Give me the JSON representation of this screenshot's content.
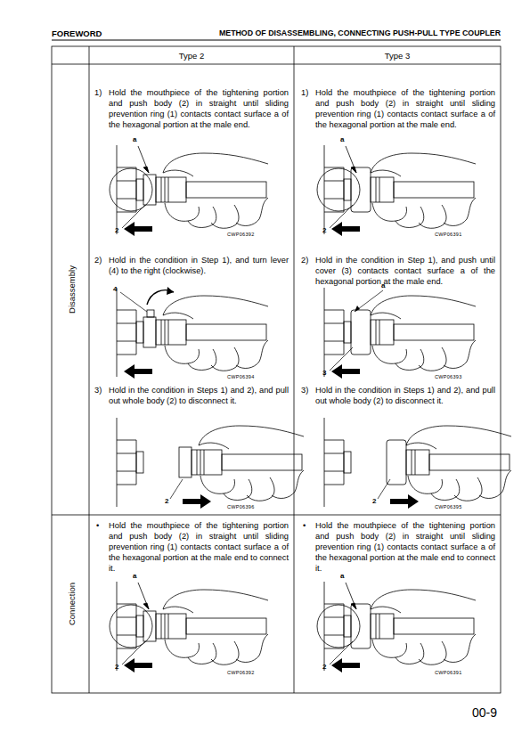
{
  "diagram": {
    "title": "METHOD OF DISASSEMBLING, CONNECTING PUSH-PULL TYPE COUPLER",
    "labels": [
      "FOREWORD",
      "Type 2",
      "Type 3",
      "Disassembly",
      "Connection",
      "1)",
      "Hold the mouthpiece of the tightening portion and push body (2) in straight until sliding prevention ring (1) contacts contact surface a of the hexagonal portion at the male end.",
      "a",
      "2",
      "CWP06392",
      "1)",
      "Hold the mouthpiece of the tightening portion and push body (2) in straight until sliding prevention ring (1) contacts contact surface a of the hexagonal portion at the male end.",
      "a",
      "2",
      "CWP06391",
      "2)",
      "Hold in the condition in Step 1), and turn lever (4) to the right (clockwise).",
      "4",
      "CWP06394",
      "2)",
      "Hold in the condition in Step 1), and push until cover (3) contacts contact surface a of the hexagonal portion at the male end.",
      "a",
      "3",
      "CWP06393",
      "3)",
      "Hold in the condition in Steps 1) and 2), and pull out whole body (2) to disconnect it.",
      "2",
      "CWP06396",
      "3)",
      "Hold in the condition in Steps 1) and 2), and pull out whole body (2) to disconnect it.",
      "2",
      "CWP06395",
      "•",
      "Hold the mouthpiece of the tightening portion and push body (2) in straight until sliding prevention ring (1) contacts contact surface a of the hexagonal portion at the male end to connect it.",
      "a",
      "2",
      "CWP06392",
      "•",
      "Hold the mouthpiece of the tightening portion and push body (2) in straight until sliding prevention ring (1) contacts contact surface a of the hexagonal portion at the male end to connect it.",
      "a",
      "2",
      "CWP06391",
      "00-9"
    ]
  }
}
